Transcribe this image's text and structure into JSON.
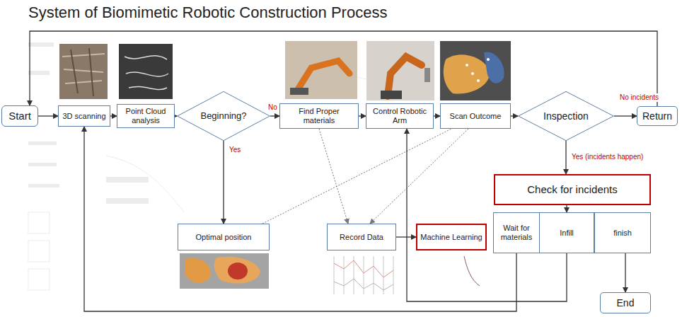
{
  "diagram": {
    "title": "System of Biomimetic Robotic Construction Process",
    "nodes": [
      {
        "text": [
          "Start"
        ]
      },
      {
        "text": [
          "3D scanning"
        ]
      },
      {
        "text": [
          "Point Cloud analysis"
        ]
      },
      {
        "text": [
          "Beginning?"
        ]
      },
      {
        "text": [
          "Find Proper materials"
        ]
      },
      {
        "text": [
          "Control Robotic Arm"
        ]
      },
      {
        "text": [
          "Scan Outcome"
        ]
      },
      {
        "text": [
          "Inspection"
        ]
      },
      {
        "text": [
          "Return"
        ]
      },
      {
        "text": [
          "Optimal position"
        ]
      },
      {
        "text": [
          "Record Data"
        ]
      },
      {
        "text": [
          "Machine Learning"
        ]
      },
      {
        "text": [
          "Check for incidents"
        ]
      },
      {
        "text": [
          "Wait for materials"
        ]
      },
      {
        "text": [
          "Infill"
        ]
      },
      {
        "text": [
          "finish"
        ]
      },
      {
        "text": [
          "End"
        ]
      }
    ],
    "edges": [
      {
        "from": 0,
        "to": 1,
        "arrow": "to"
      },
      {
        "from": 1,
        "to": 2,
        "arrow": "to"
      },
      {
        "from": 2,
        "to": 3,
        "arrow": "to"
      },
      {
        "from": 3,
        "to": 4,
        "label": "No",
        "arrow": "to"
      },
      {
        "from": 3,
        "to": 9,
        "label": "Yes",
        "arrow": "to"
      },
      {
        "from": 4,
        "to": 5,
        "arrow": "to"
      },
      {
        "from": 5,
        "to": 6,
        "arrow": "to"
      },
      {
        "from": 6,
        "to": 7,
        "arrow": "to"
      },
      {
        "from": 7,
        "to": 8,
        "label": "No incidents",
        "arrow": "to"
      },
      {
        "from": 7,
        "to": 12,
        "label": "Yes (incidents happen)",
        "arrow": "to"
      },
      {
        "from": 8,
        "to": 0,
        "arrow": "to"
      },
      {
        "from": 9,
        "to": 6,
        "arrow": "none"
      },
      {
        "from": 4,
        "to": 10,
        "arrow": "to"
      },
      {
        "from": 6,
        "to": 10,
        "arrow": "to"
      },
      {
        "from": 10,
        "to": 11,
        "arrow": "to"
      },
      {
        "from": 12,
        "to": 14,
        "arrow": "to"
      },
      {
        "from": 15,
        "to": 16,
        "arrow": "to"
      },
      {
        "from": 13,
        "to": 1,
        "arrow": "to"
      },
      {
        "from": 14,
        "to": 5,
        "arrow": "to"
      }
    ]
  }
}
